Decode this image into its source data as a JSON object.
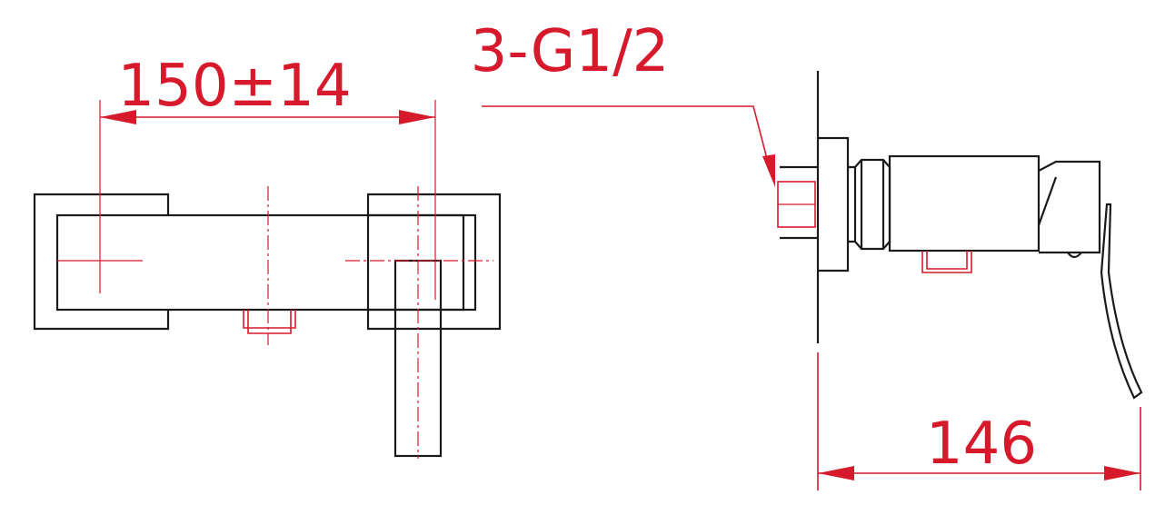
{
  "colors": {
    "dimension": "#d7192c",
    "outline": "#1a1a1a",
    "background": "#ffffff"
  },
  "dimensions": {
    "spacing": "150±14",
    "thread": "3-G1/2",
    "projection": "146"
  }
}
